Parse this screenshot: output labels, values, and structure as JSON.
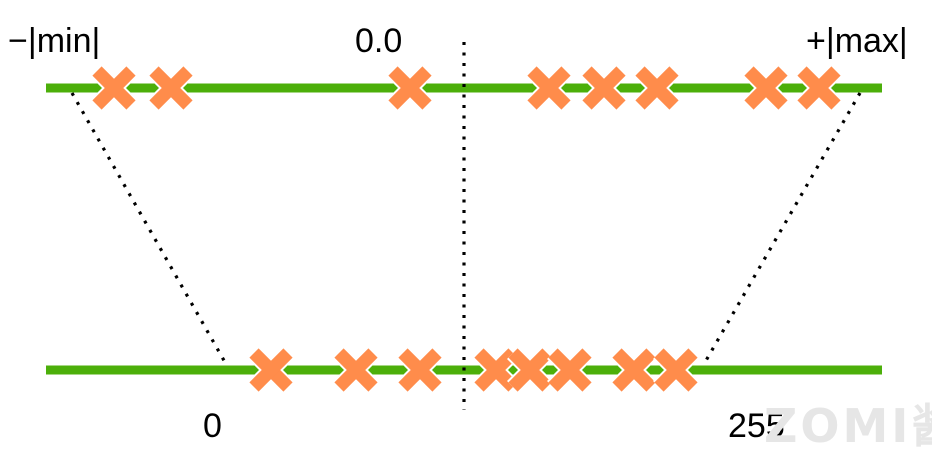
{
  "labels": {
    "neg_min": "−|min|",
    "zero_float": "0.0",
    "pos_max": "+|max|",
    "zero_int": "0",
    "max_int": "255"
  },
  "watermark": "ZOMI酱",
  "colors": {
    "axis": "#4caf0a",
    "marker": "#ff8c4b",
    "guide": "#000000",
    "watermark": "#e6e6e6"
  },
  "markers": {
    "float_axis": [
      {
        "name": "float-value-1"
      },
      {
        "name": "float-value-2"
      },
      {
        "name": "float-value-3"
      },
      {
        "name": "float-value-4"
      },
      {
        "name": "float-value-5"
      },
      {
        "name": "float-value-6"
      },
      {
        "name": "float-value-7"
      },
      {
        "name": "float-value-8"
      }
    ],
    "int_axis": [
      {
        "name": "int-value-1"
      },
      {
        "name": "int-value-2"
      },
      {
        "name": "int-value-3"
      },
      {
        "name": "int-value-4"
      },
      {
        "name": "int-value-5"
      },
      {
        "name": "int-value-6"
      },
      {
        "name": "int-value-7"
      },
      {
        "name": "int-value-8"
      },
      {
        "name": "int-value-9"
      }
    ]
  }
}
